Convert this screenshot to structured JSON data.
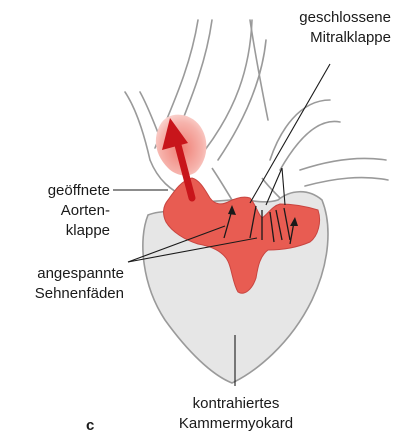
{
  "labels": {
    "mitral_valve": [
      "geschlossene",
      "Mitralklappe"
    ],
    "aortic_valve": [
      "geöffnete",
      "Aorten-",
      "klappe"
    ],
    "chordae": [
      "angespannte",
      "Sehnenfäden"
    ],
    "myocardium": [
      "kontrahiertes",
      "Kammermyokard"
    ],
    "panel_letter": "c"
  },
  "colors": {
    "myocardium_fill": "#e6e6e6",
    "outline": "#9a9a9a",
    "blood_fill": "#e85c52",
    "blood_pale": "#f3a79f",
    "arrow": "#c8151b",
    "line": "#1a1a1a"
  }
}
